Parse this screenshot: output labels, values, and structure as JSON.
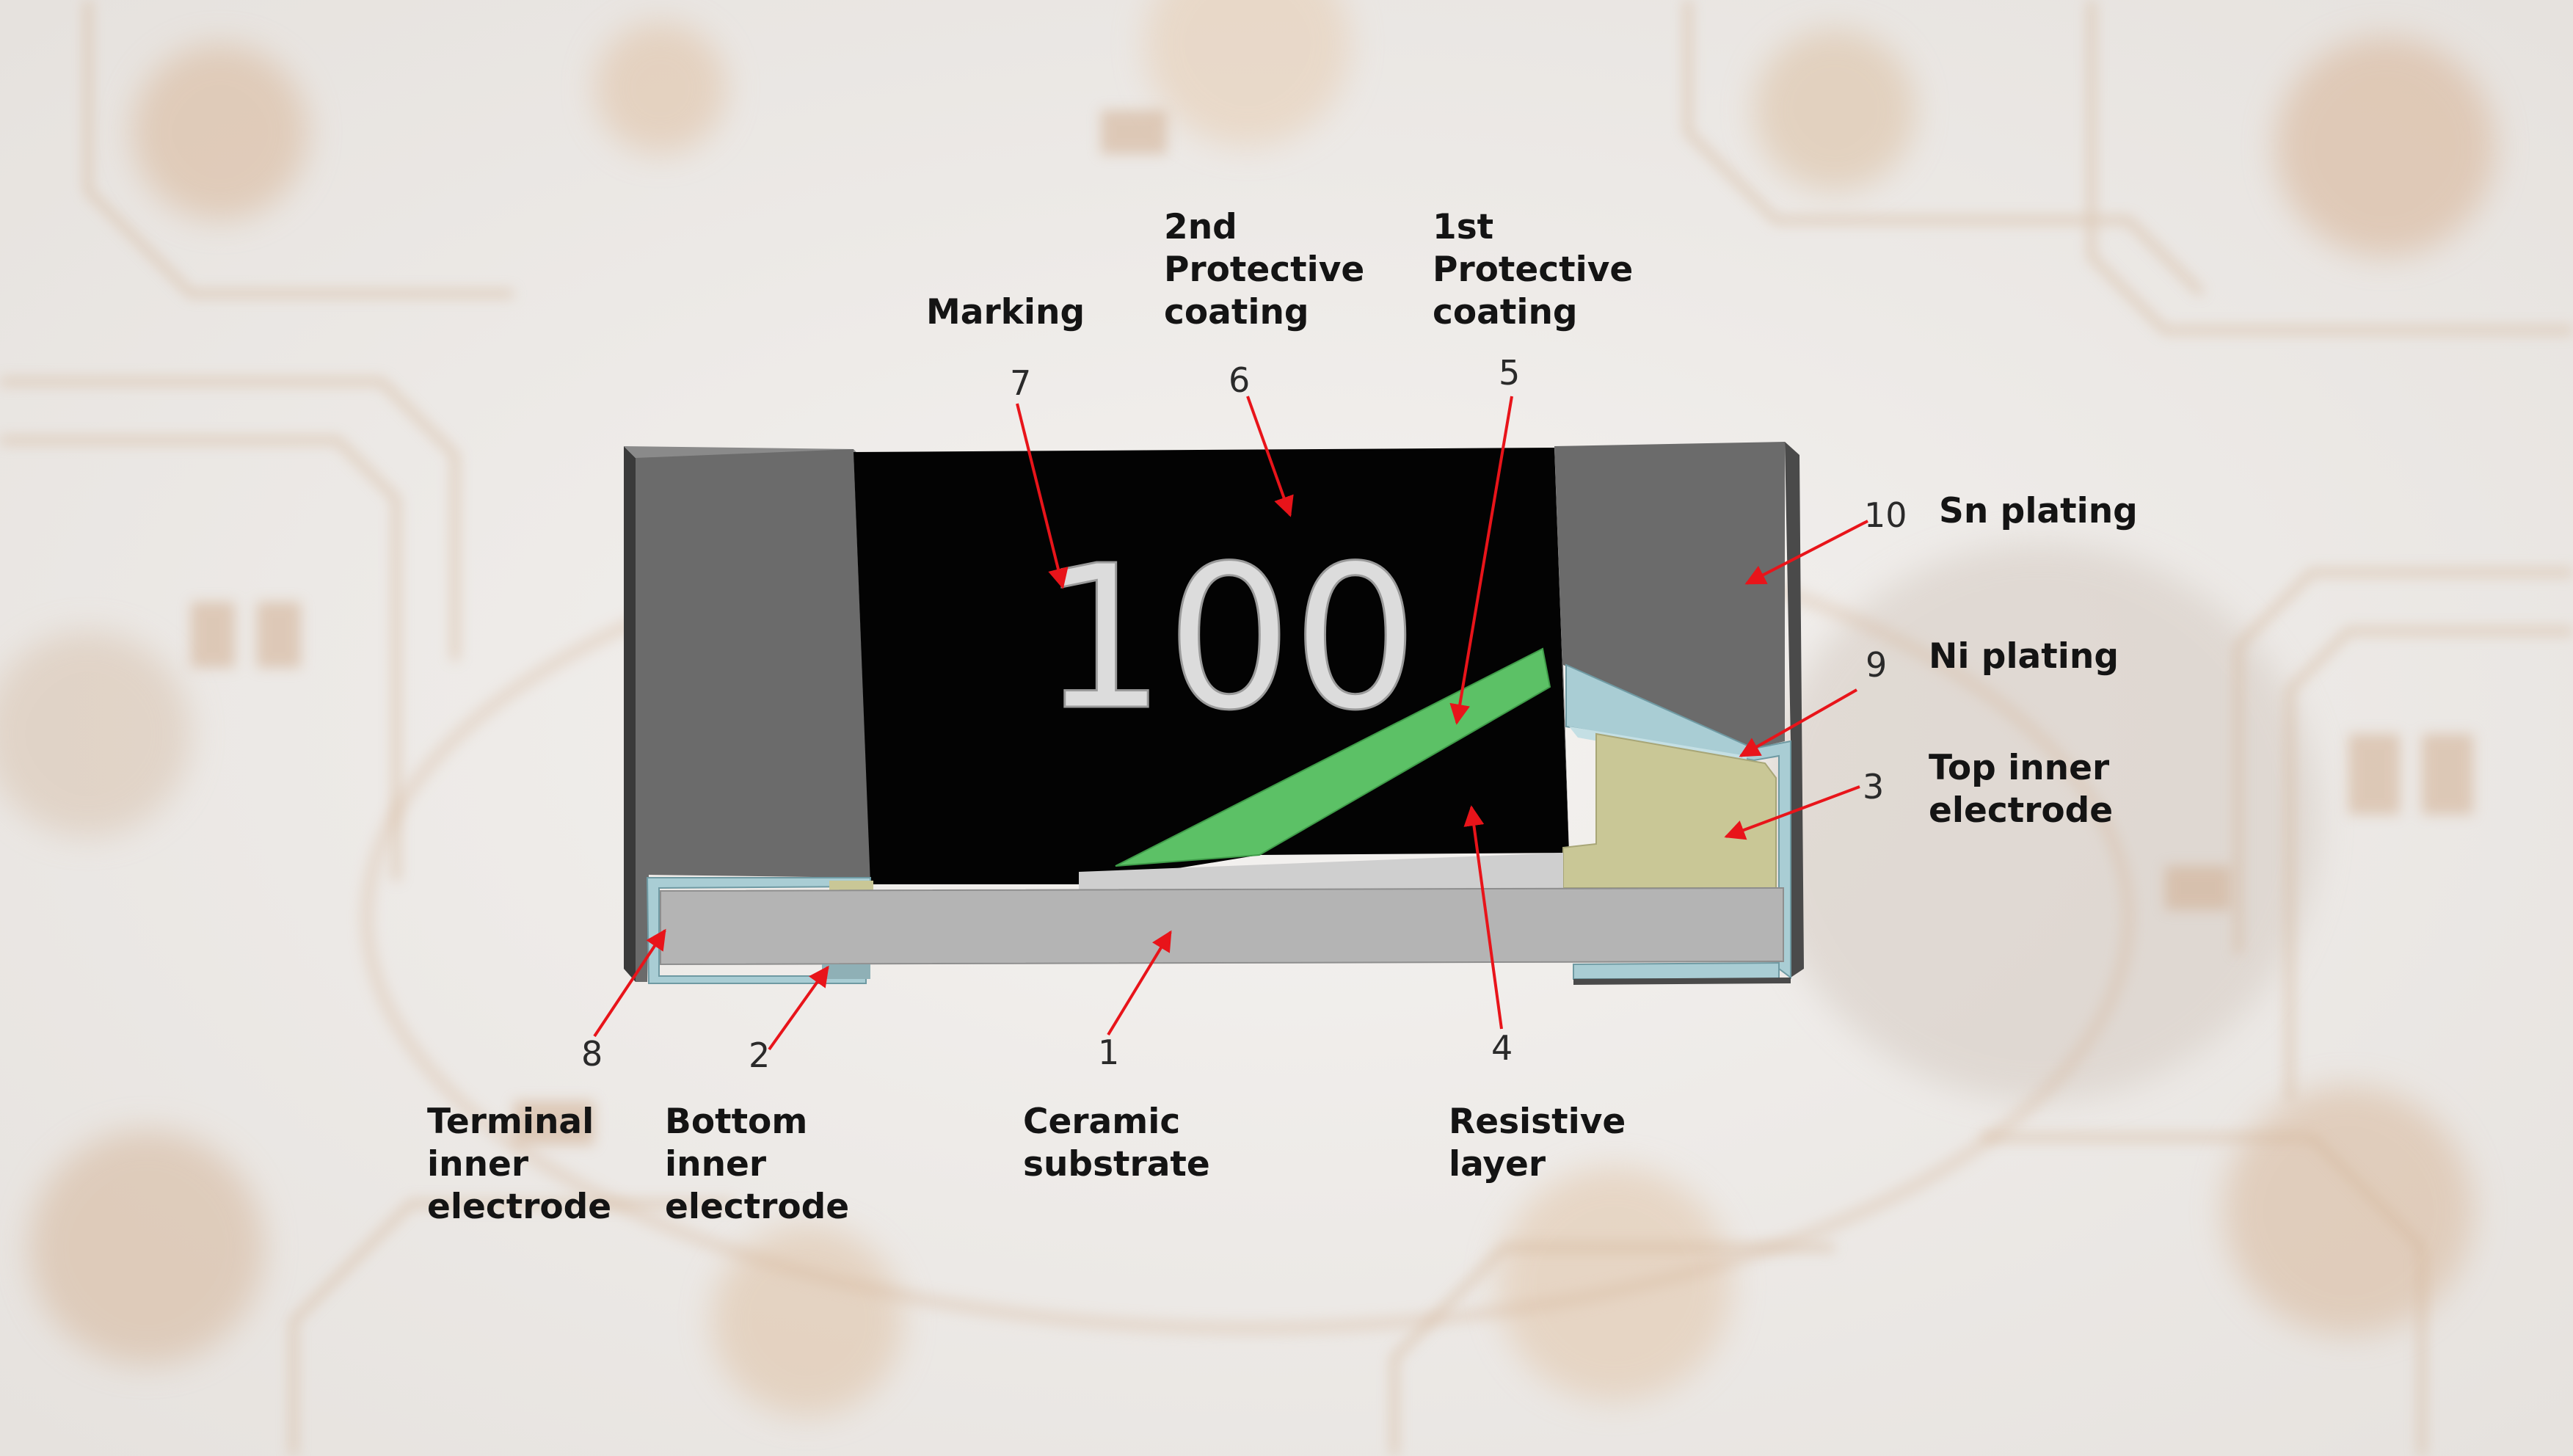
{
  "marking_text": "100",
  "components": [
    {
      "number": "1",
      "name": "Ceramic\nsubstrate"
    },
    {
      "number": "2",
      "name": "Bottom\ninner\nelectrode"
    },
    {
      "number": "3",
      "name": "Top inner\nelectrode"
    },
    {
      "number": "4",
      "name": "Resistive\nlayer"
    },
    {
      "number": "5",
      "name": "1st\nProtective\ncoating"
    },
    {
      "number": "6",
      "name": "2nd\nProtective\ncoating"
    },
    {
      "number": "7",
      "name": "Marking"
    },
    {
      "number": "8",
      "name": "Terminal\ninner\nelectrode"
    },
    {
      "number": "9",
      "name": "Ni plating"
    },
    {
      "number": "10",
      "name": "Sn plating"
    }
  ],
  "colors": {
    "terminal": "#6b6b6b",
    "coating_black": "#030303",
    "resistive_green": "#5cc166",
    "substrate": "#b4b4b4",
    "top_electrode": "#c9c796",
    "ni_plating": "#a9cdd4",
    "leader_arrow": "#e8141a"
  }
}
